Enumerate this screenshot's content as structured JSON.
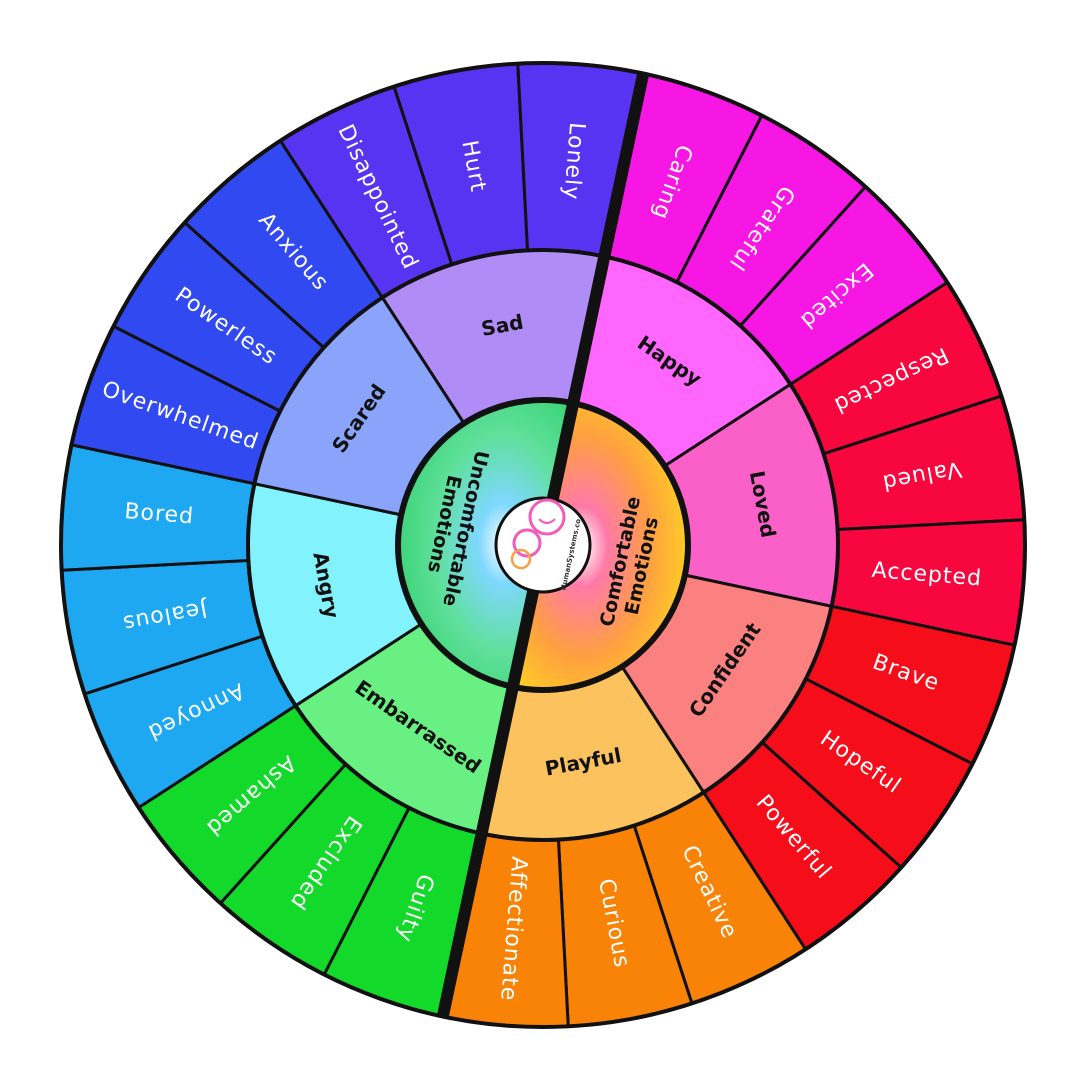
{
  "wheel": {
    "core": [
      {
        "lines": [
          "Uncomfortable",
          "Emotions"
        ]
      },
      {
        "lines": [
          "Comfortable",
          "Emotions"
        ]
      }
    ],
    "logo_text": "HumanSystems.co",
    "middle": [
      {
        "label": "Sad",
        "color": "#b08cf6"
      },
      {
        "label": "Happy",
        "color": "#fe66fe"
      },
      {
        "label": "Loved",
        "color": "#fb5fc8"
      },
      {
        "label": "Confident",
        "color": "#fb8080"
      },
      {
        "label": "Playful",
        "color": "#fcc25d"
      },
      {
        "label": "Embarrassed",
        "color": "#69f082"
      },
      {
        "label": "Angry",
        "color": "#82f3fd"
      },
      {
        "label": "Scared",
        "color": "#8aa4fb"
      }
    ],
    "outer": [
      {
        "label": "Caring",
        "color": "#f717e4"
      },
      {
        "label": "Grateful",
        "color": "#f717e4"
      },
      {
        "label": "Excited",
        "color": "#f717e4"
      },
      {
        "label": "Respected",
        "color": "#f8063e"
      },
      {
        "label": "Valued",
        "color": "#f8063e"
      },
      {
        "label": "Accepted",
        "color": "#f8063e"
      },
      {
        "label": "Brave",
        "color": "#f50d1a"
      },
      {
        "label": "Hopeful",
        "color": "#f50d1a"
      },
      {
        "label": "Powerful",
        "color": "#f50d1a"
      },
      {
        "label": "Creative",
        "color": "#f98307"
      },
      {
        "label": "Curious",
        "color": "#f98307"
      },
      {
        "label": "Affectionate",
        "color": "#f98307"
      },
      {
        "label": "Guilty",
        "color": "#13da2a"
      },
      {
        "label": "Excluded",
        "color": "#13da2a"
      },
      {
        "label": "Ashamed",
        "color": "#13da2a"
      },
      {
        "label": "Annoyed",
        "color": "#1ea8f2"
      },
      {
        "label": "Jealous",
        "color": "#1ea8f2"
      },
      {
        "label": "Bored",
        "color": "#1ea8f2"
      },
      {
        "label": "Overwhelmed",
        "color": "#3149f0"
      },
      {
        "label": "Powerless",
        "color": "#3149f0"
      },
      {
        "label": "Anxious",
        "color": "#3149f0"
      },
      {
        "label": "Disappointed",
        "color": "#5733f2"
      },
      {
        "label": "Hurt",
        "color": "#5733f2"
      },
      {
        "label": "Lonely",
        "color": "#5733f2"
      }
    ]
  }
}
